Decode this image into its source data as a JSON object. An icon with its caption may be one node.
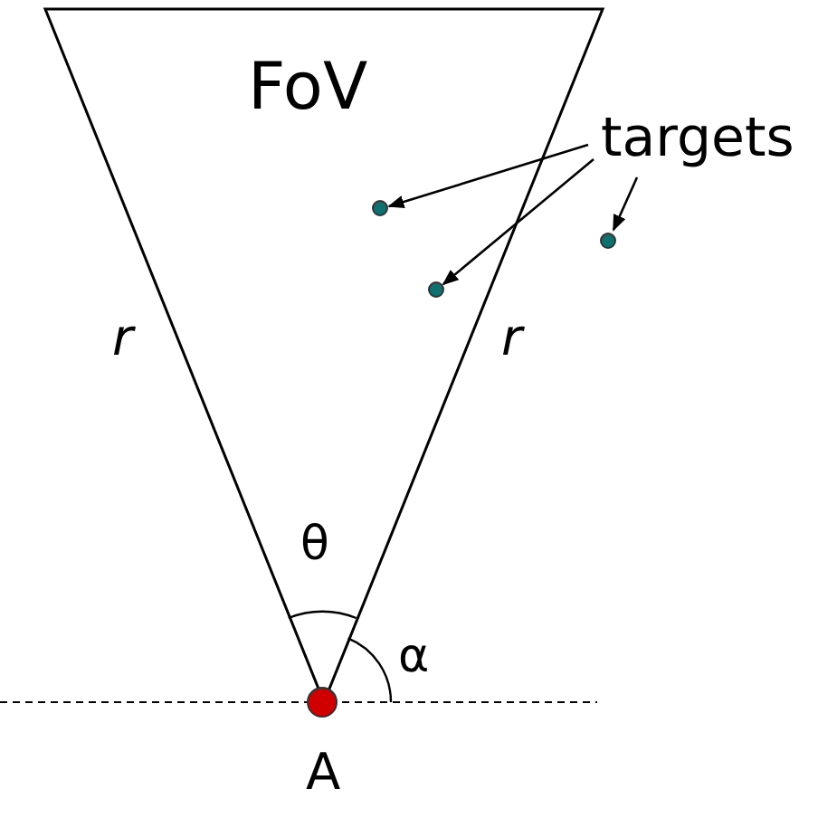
{
  "diagram": {
    "nodes": [
      {
        "text": [
          "FoV"
        ]
      },
      {
        "text": [
          "targets"
        ]
      },
      {
        "text": [],
        "shape": "circle",
        "in": 0
      },
      {
        "text": [],
        "shape": "circle",
        "in": 0
      },
      {
        "text": [],
        "shape": "circle"
      },
      {
        "text": [],
        "shape": "circle",
        "beside": [
          "A"
        ]
      }
    ],
    "edges": [
      {
        "from": 1,
        "to": 2,
        "arrow": "to"
      },
      {
        "from": 1,
        "to": 3,
        "arrow": "to"
      },
      {
        "from": 1,
        "to": 4,
        "arrow": "to"
      }
    ],
    "labels": [
      "r",
      "r",
      "θ",
      "α"
    ]
  }
}
